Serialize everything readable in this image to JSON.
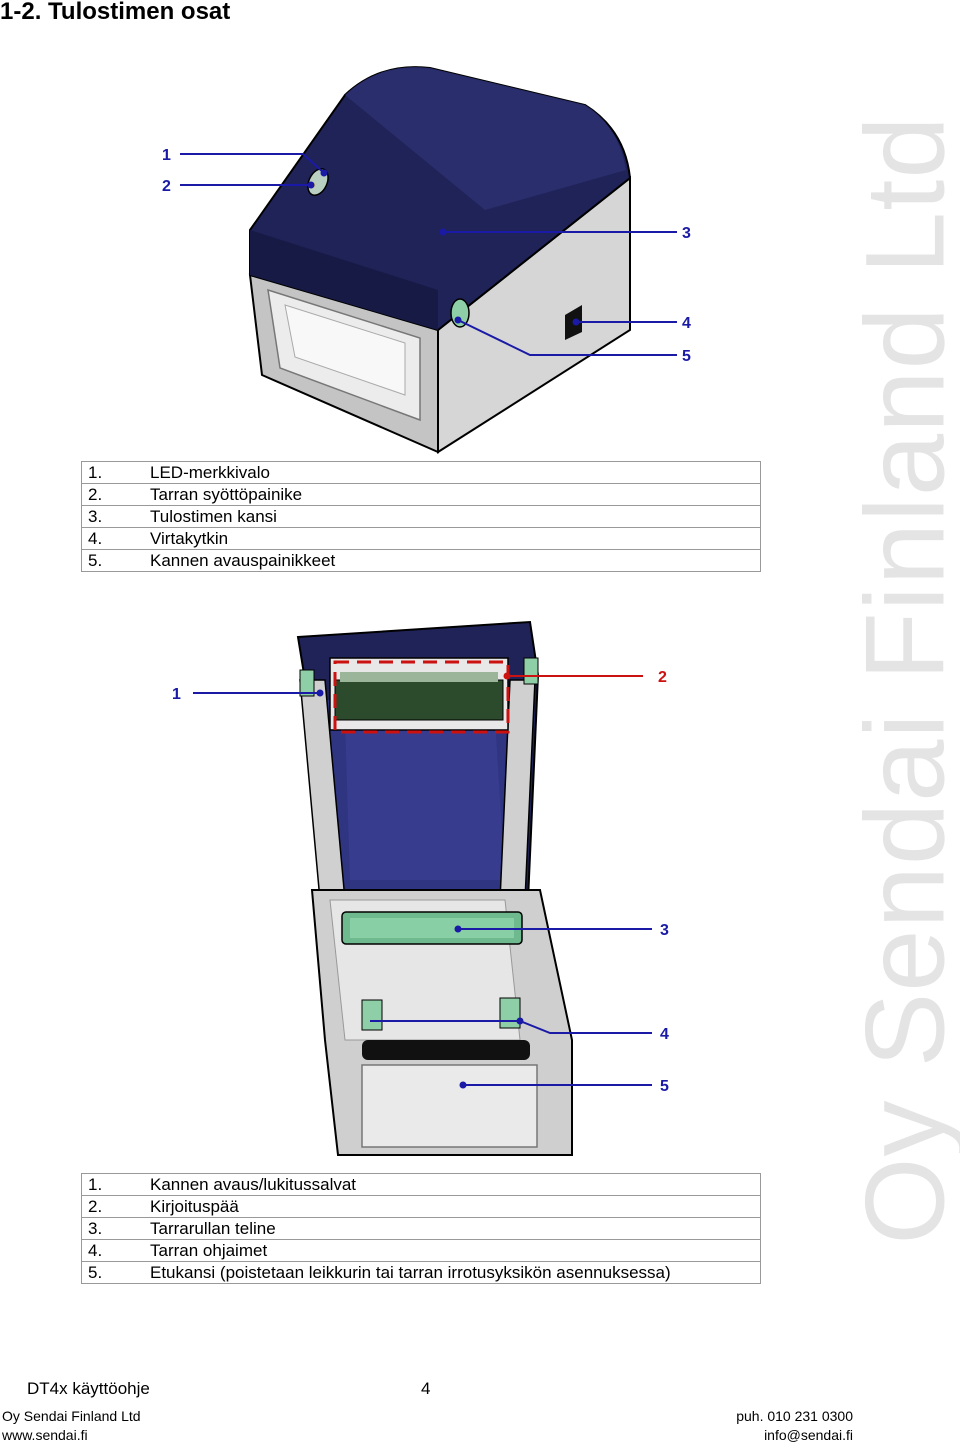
{
  "page_title": "1-2. Tulostimen osat",
  "watermark": "Oy Sendai Finland Ltd",
  "figure1": {
    "callouts": [
      "1",
      "2",
      "3",
      "4",
      "5"
    ],
    "legend": [
      {
        "num": "1.",
        "text": "LED-merkkivalo"
      },
      {
        "num": "2.",
        "text": "Tarran syöttöpainike"
      },
      {
        "num": "3.",
        "text": "Tulostimen kansi"
      },
      {
        "num": "4.",
        "text": "Virtakytkin"
      },
      {
        "num": "5.",
        "text": "Kannen avauspainikkeet"
      }
    ]
  },
  "figure2": {
    "callouts": [
      "1",
      "2",
      "3",
      "4",
      "5"
    ],
    "legend": [
      {
        "num": "1.",
        "text": "Kannen avaus/lukitussalvat"
      },
      {
        "num": "2.",
        "text": "Kirjoituspää"
      },
      {
        "num": "3.",
        "text": "Tarrarullan teline"
      },
      {
        "num": "4.",
        "text": "Tarran ohjaimet"
      },
      {
        "num": "5.",
        "text": "Etukansi (poistetaan leikkurin tai tarran irrotusyksikön asennuksessa)"
      }
    ]
  },
  "footer": {
    "manual": "DT4x käyttöohje",
    "page": "4",
    "company": "Oy Sendai Finland Ltd",
    "website": "www.sendai.fi",
    "phone": "puh. 010 231 0300",
    "email": "info@sendai.fi"
  },
  "colors": {
    "callout_line": "#1a1aa6",
    "printhead_highlight": "#cc1111",
    "cover_navy": "#1f2358",
    "body_gray": "#c9c9c9",
    "holder_green": "#6fb98f"
  }
}
